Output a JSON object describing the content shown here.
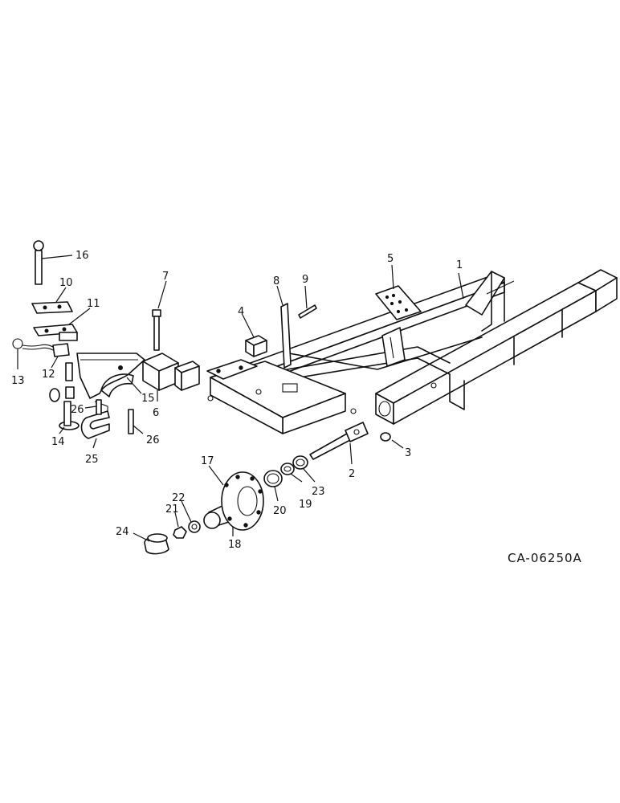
{
  "drawing_code": "CA-06250A",
  "callouts": {
    "c1": "1",
    "c2": "2",
    "c3": "3",
    "c4": "4",
    "c5": "5",
    "c6": "6",
    "c7": "7",
    "c8": "8",
    "c9": "9",
    "c10": "10",
    "c11": "11",
    "c12": "12",
    "c13": "13",
    "c14": "14",
    "c15": "15",
    "c16": "16",
    "c17": "17",
    "c18": "18",
    "c19": "19",
    "c20": "20",
    "c21": "21",
    "c22": "22",
    "c23": "23",
    "c24": "24",
    "c25": "25",
    "c26a": "26",
    "c26b": "26"
  }
}
